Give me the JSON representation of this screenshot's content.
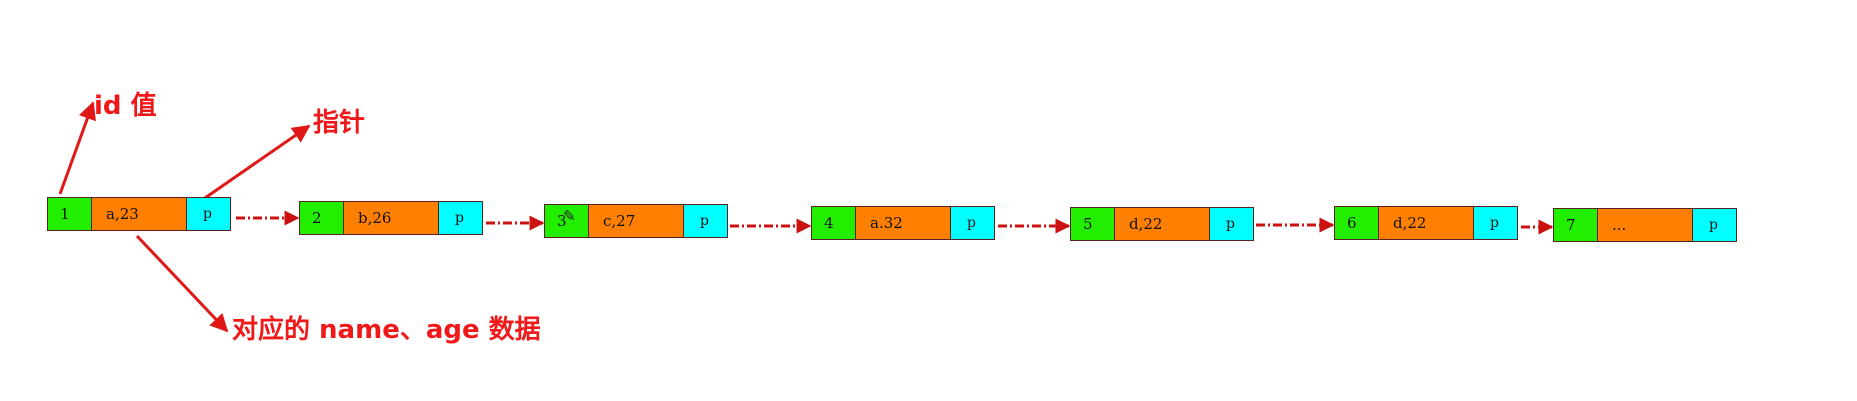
{
  "nodes": [
    {
      "id": "1",
      "data": "a,23",
      "ptr": "p"
    },
    {
      "id": "2",
      "data": "b,26",
      "ptr": "p"
    },
    {
      "id": "3",
      "data": "c,27",
      "ptr": "p"
    },
    {
      "id": "4",
      "data": "a.32",
      "ptr": "p"
    },
    {
      "id": "5",
      "data": "d,22",
      "ptr": "p"
    },
    {
      "id": "6",
      "data": "d,22",
      "ptr": "p"
    },
    {
      "id": "7",
      "data": "...",
      "ptr": "p"
    }
  ],
  "annotations": {
    "id_label": "id 值",
    "pointer_label": "指针",
    "data_label": "对应的 name、age 数据"
  },
  "colors": {
    "id_cell": "#22ee00",
    "data_cell": "#ff7f00",
    "pointer_cell": "#00ffff",
    "annotation": "#f01818",
    "link": "#cc1111"
  }
}
